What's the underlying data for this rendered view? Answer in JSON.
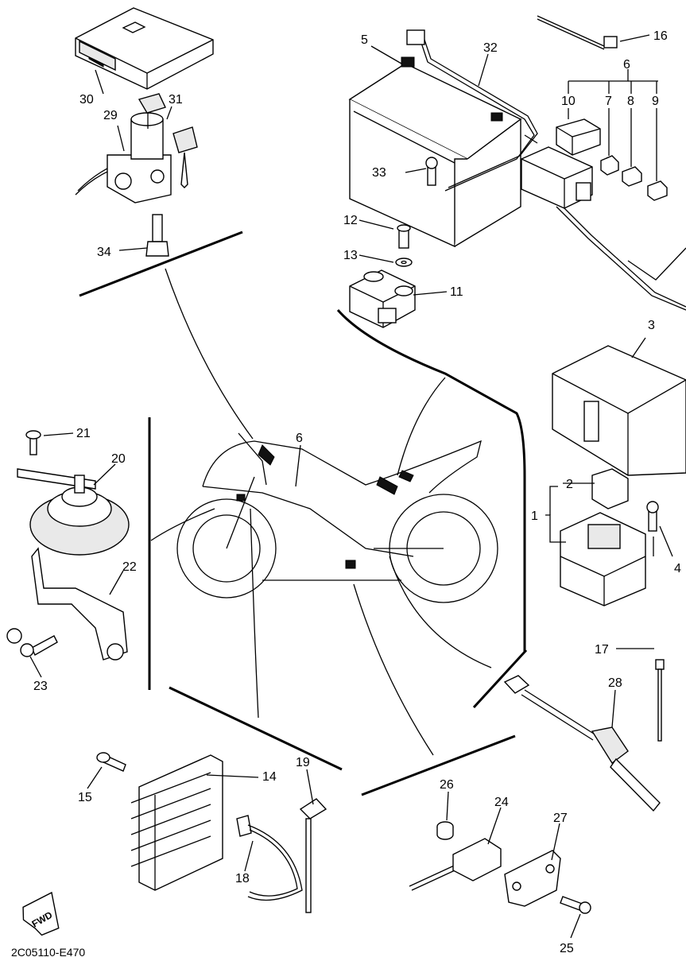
{
  "diagram": {
    "callouts": [
      "1",
      "2",
      "3",
      "4",
      "5",
      "6",
      "7",
      "8",
      "9",
      "10",
      "11",
      "12",
      "13",
      "14",
      "15",
      "16",
      "17",
      "18",
      "19",
      "20",
      "21",
      "22",
      "23",
      "24",
      "25",
      "26",
      "27",
      "28",
      "29",
      "30",
      "31",
      "32",
      "33",
      "34"
    ],
    "center_callout": "6",
    "direction_arrow": "FWD",
    "drawing_code": "2C05110-E470"
  }
}
